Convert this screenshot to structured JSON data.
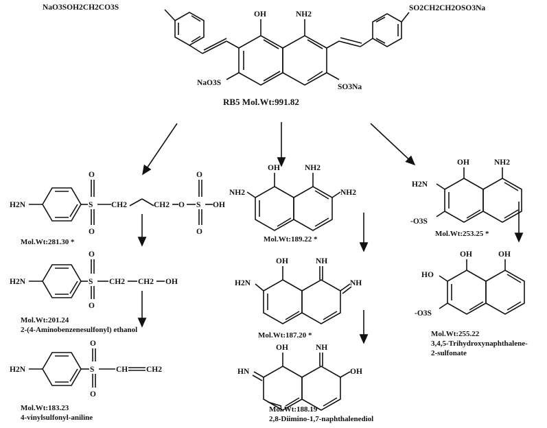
{
  "dye": {
    "left_chain": "NaO3SOH2CH2CO3S",
    "right_chain": "SO2CH2CH2OSO3Na",
    "oh": "OH",
    "nh2": "NH2",
    "so3na_left": "NaO3S",
    "so3na_right": "SO3Na",
    "title": "RB5  Mol.Wt:991.82"
  },
  "products": {
    "p1": {
      "h2n": "H2N",
      "s": "S",
      "o_top": "O",
      "o_bottom": "O",
      "ch2a": "CH2",
      "ch2b": "CH2",
      "o_link": "O",
      "s2": "S",
      "o2_top": "O",
      "o2_bottom": "O",
      "oh": "OH",
      "mw": "Mol.Wt:281.30 *"
    },
    "p2": {
      "h2n": "H2N",
      "s": "S",
      "o_top": "O",
      "o_bottom": "O",
      "ch2": "CH2",
      "ch2b": "CH2",
      "oh": "OH",
      "mw": "Mol.Wt:201.24",
      "name": "2-(4-Aminobenzenesulfonyl) ethanol"
    },
    "p3": {
      "h2n": "H2N",
      "s": "S",
      "o_top": "O",
      "o_bottom": "O",
      "ch": "CH",
      "ch2": "CH2",
      "mw": "Mol.Wt:183.23",
      "name": "4-vinylsulfonyl-aniline"
    },
    "p4": {
      "oh": "OH",
      "nh2a": "NH2",
      "nh2b": "NH2",
      "nh2c": "NH2",
      "mw": "Mol.Wt:189.22 *"
    },
    "p5": {
      "oh": "OH",
      "nh": "NH",
      "nh_r": "NH",
      "h2n": "H2N",
      "mw": "Mol.Wt:187.20 *"
    },
    "p6": {
      "oh": "OH",
      "nh": "NH",
      "hn": "HN",
      "oh2": "OH",
      "mw": "Mol.Wt:188.19",
      "name": "2,8-Diimino-1,7-naphthalenediol"
    },
    "p7": {
      "oh": "OH",
      "nh2": "NH2",
      "h2n": "H2N",
      "so3": "-O3S",
      "mw": "Mol.Wt:253.25 *"
    },
    "p8": {
      "oh1": "OH",
      "oh2": "OH",
      "ho": "HO",
      "so3": "-O3S",
      "mw": "Mol.Wt:255.22",
      "name1": "3,4,5-Trihydroxynaphthalene-",
      "name2": "2-sulfonate"
    }
  }
}
